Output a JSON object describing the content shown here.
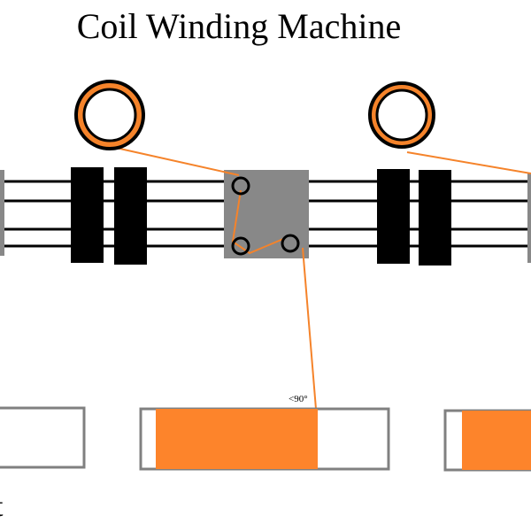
{
  "title": "Coil Winding Machine",
  "angle_label": "<90°",
  "cut_glyph": "t",
  "colors": {
    "wire": "#f5832a",
    "spool_ring": "#000000",
    "roller": "#000000",
    "guide_block": "#888888",
    "track_line": "#000000",
    "form_outline": "#808080",
    "wrap_fill": "#fd842b"
  },
  "components": {
    "spools": [
      "left-wire-spool",
      "right-wire-spool"
    ],
    "rollers": [
      "roller-1",
      "roller-2",
      "roller-3",
      "roller-4"
    ],
    "guide_block": "wire-guide-block",
    "pulleys": [
      "guide-pulley-top",
      "guide-pulley-bottom-left",
      "guide-pulley-bottom-right"
    ],
    "coil_forms": [
      "coil-form-left",
      "coil-form-center",
      "coil-form-right"
    ]
  }
}
